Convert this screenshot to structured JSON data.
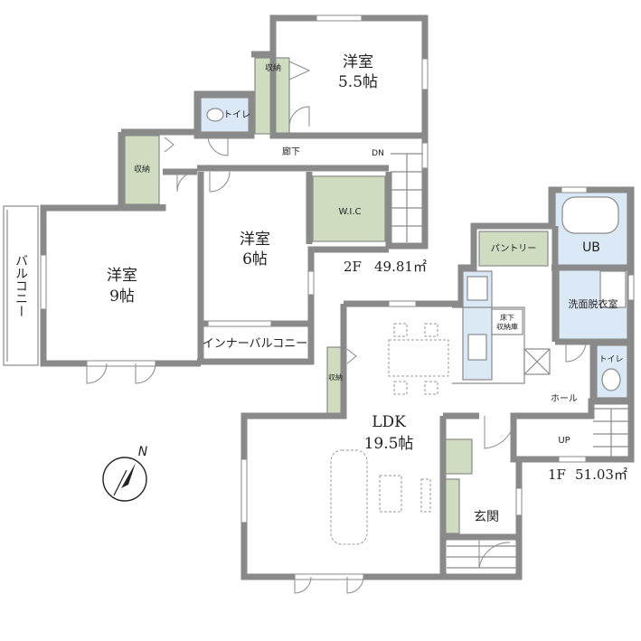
{
  "plans": {
    "second": {
      "label": "2F",
      "area": "49.81㎡"
    },
    "first": {
      "label": "1F",
      "area": "51.03㎡"
    }
  },
  "rooms": {
    "western_55": {
      "name": "洋室",
      "size": "5.5帖"
    },
    "western_6": {
      "name": "洋室",
      "size": "6帖"
    },
    "western_9": {
      "name": "洋室",
      "size": "9帖"
    },
    "ldk": {
      "name": "LDK",
      "size": "19.5帖"
    }
  },
  "labels": {
    "storage": "収納",
    "toilet": "トイレ",
    "corridor": "廊下",
    "down": "DN",
    "walk_in_closet": "W.I.C",
    "balcony": "バルコニー",
    "inner_balcony": "インナーバルコニー",
    "pantry": "パントリー",
    "bath": "UB",
    "washroom": "洗面脱衣室",
    "underfloor_storage": "床下\n収納庫",
    "hall": "ホール",
    "up": "UP",
    "entrance": "玄関"
  },
  "compass": {
    "north": "N"
  },
  "colors": {
    "wall": "#8a8a8a",
    "storage": "#cfdcc0",
    "wet": "#dbe8f5"
  }
}
